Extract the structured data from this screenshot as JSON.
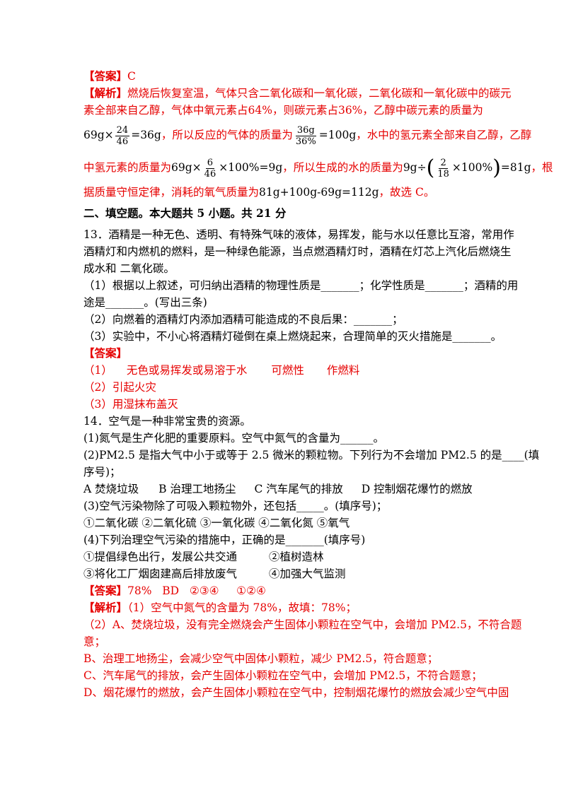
{
  "q12": {
    "answer_label": "【答案】",
    "answer_value": "C",
    "analysis_label": "【解析】",
    "analysis_l1": "燃烧后恢复室温，气体只含二氧化碳和一氧化碳，二氧化碳和一氧化碳中的碳元",
    "analysis_l2": "素全部来自乙醇，气体中氧元素占64%，则碳元素占36%，乙醇中碳元素的质量为",
    "m1_a": "69g",
    "m1_x": "×",
    "m1_num": "24",
    "m1_den": "46",
    "m1_eq": "=36g",
    "m1_t1": "，所以反应的气体的质量为",
    "m1_num2": "36g",
    "m1_den2": "36%",
    "m1_eq2": "=100g",
    "m1_t2": "，水中的氢元素全部来自乙醇，乙醇",
    "m2_t1": "中氢元素的质量为",
    "m2_a": "69g",
    "m2_x": "×",
    "m2_num": "6",
    "m2_den": "46",
    "m2_b": "×100%=9g",
    "m2_t2": "，所以生成的水的质量为",
    "m2_c": "9g",
    "m2_div": "÷",
    "m2_num2": "2",
    "m2_den2": "18",
    "m2_d": "×100%",
    "m2_e": "=81g",
    "m2_t3": "，根",
    "l3_t1": "据质量守恒定律，消耗的氧气质量为",
    "l3_m": "81g+100g-69g=112g",
    "l3_t2": "，故选 C。"
  },
  "section": {
    "title": "二、填空题。本大题共 5 小题。共 21 分"
  },
  "q13": {
    "s1": "13．酒精是一种无色、透明、有特殊气味的液体，易挥发，能与水以任意比互溶，常用作",
    "s2": "酒精灯和内燃机的燃料，是一种绿色能源，当点燃酒精灯时，酒精在灯芯上汽化后燃烧生",
    "s3": "成水和 二氧化碳。",
    "p1a": "（1）根据以上叙述，可归纳出酒精的物理性质是_______；化学性质是_______；酒精的用",
    "p1b": "途是_______。(写出三条)",
    "p2": "（2）向燃着的酒精灯内添加酒精可能造成的不良后果：_______；",
    "p3": "（3）实验中，不小心将酒精灯碰倒在桌上燃烧起来，合理简单的灭火措施是_______。",
    "answer_label": "【答案】",
    "a1_idx": "（1）",
    "a1_v1": "无色或易挥发或易溶于水",
    "a1_v2": "可燃性",
    "a1_v3": "作燃料",
    "a2": "（2）引起火灾",
    "a3": "（3）用湿抹布盖灭"
  },
  "q14": {
    "s1": "14．空气是一种非常宝贵的资源。",
    "p1": "(1)氮气是生产化肥的重要原料。空气中氮气的含量为______。",
    "p2a": "(2)PM2.5 是指大气中小于或等于 2.5 微米的颗粒物。下列行为不会增加 PM2.5 的是____(填",
    "p2b": "序号)；",
    "optA": "A 焚烧垃圾",
    "optB": "B 治理工地扬尘",
    "optC": "C 汽车尾气的排放",
    "optD": "D 控制烟花爆竹的燃放",
    "p3": "(3)空气污染物除了可吸入颗粒物外，还包括_____。(填序号)；",
    "p3opts": "①二氧化碳 ②二氧化硫 ③一氧化碳 ④二氧化氮 ⑤氧气",
    "p4": "(4)下列治理空气污染的措施中，正确的是_______(填序号)",
    "o1": "①提倡绿色出行，发展公共交通",
    "o2": "②植树造林",
    "o3": "③将化工厂烟囱建高后排放废气",
    "o4": "④加强大气监测",
    "answer_label": "【答案】",
    "answer_values": "78%   BD   ②③④     ①②④",
    "analysis_label": "【解析】",
    "an1": "（1）空气中氮气的含量为 78%，故填：78%；",
    "an2a": "（2）A、焚烧垃圾，没有完全燃烧会产生固体小颗粒在空气中，会增加 PM2.5，不符合题",
    "an2b": "意；",
    "an3": "B、治理工地扬尘，会减少空气中固体小颗粒，减少 PM2.5，符合题意；",
    "an4": "C、汽车尾气的排放，会产生固体小颗粒在空气中，会增加 PM2.5，不符合题意；",
    "an5": "D、烟花爆竹的燃放，会产生固体小颗粒在空气中，控制烟花爆竹的燃放会减少空气中固"
  }
}
